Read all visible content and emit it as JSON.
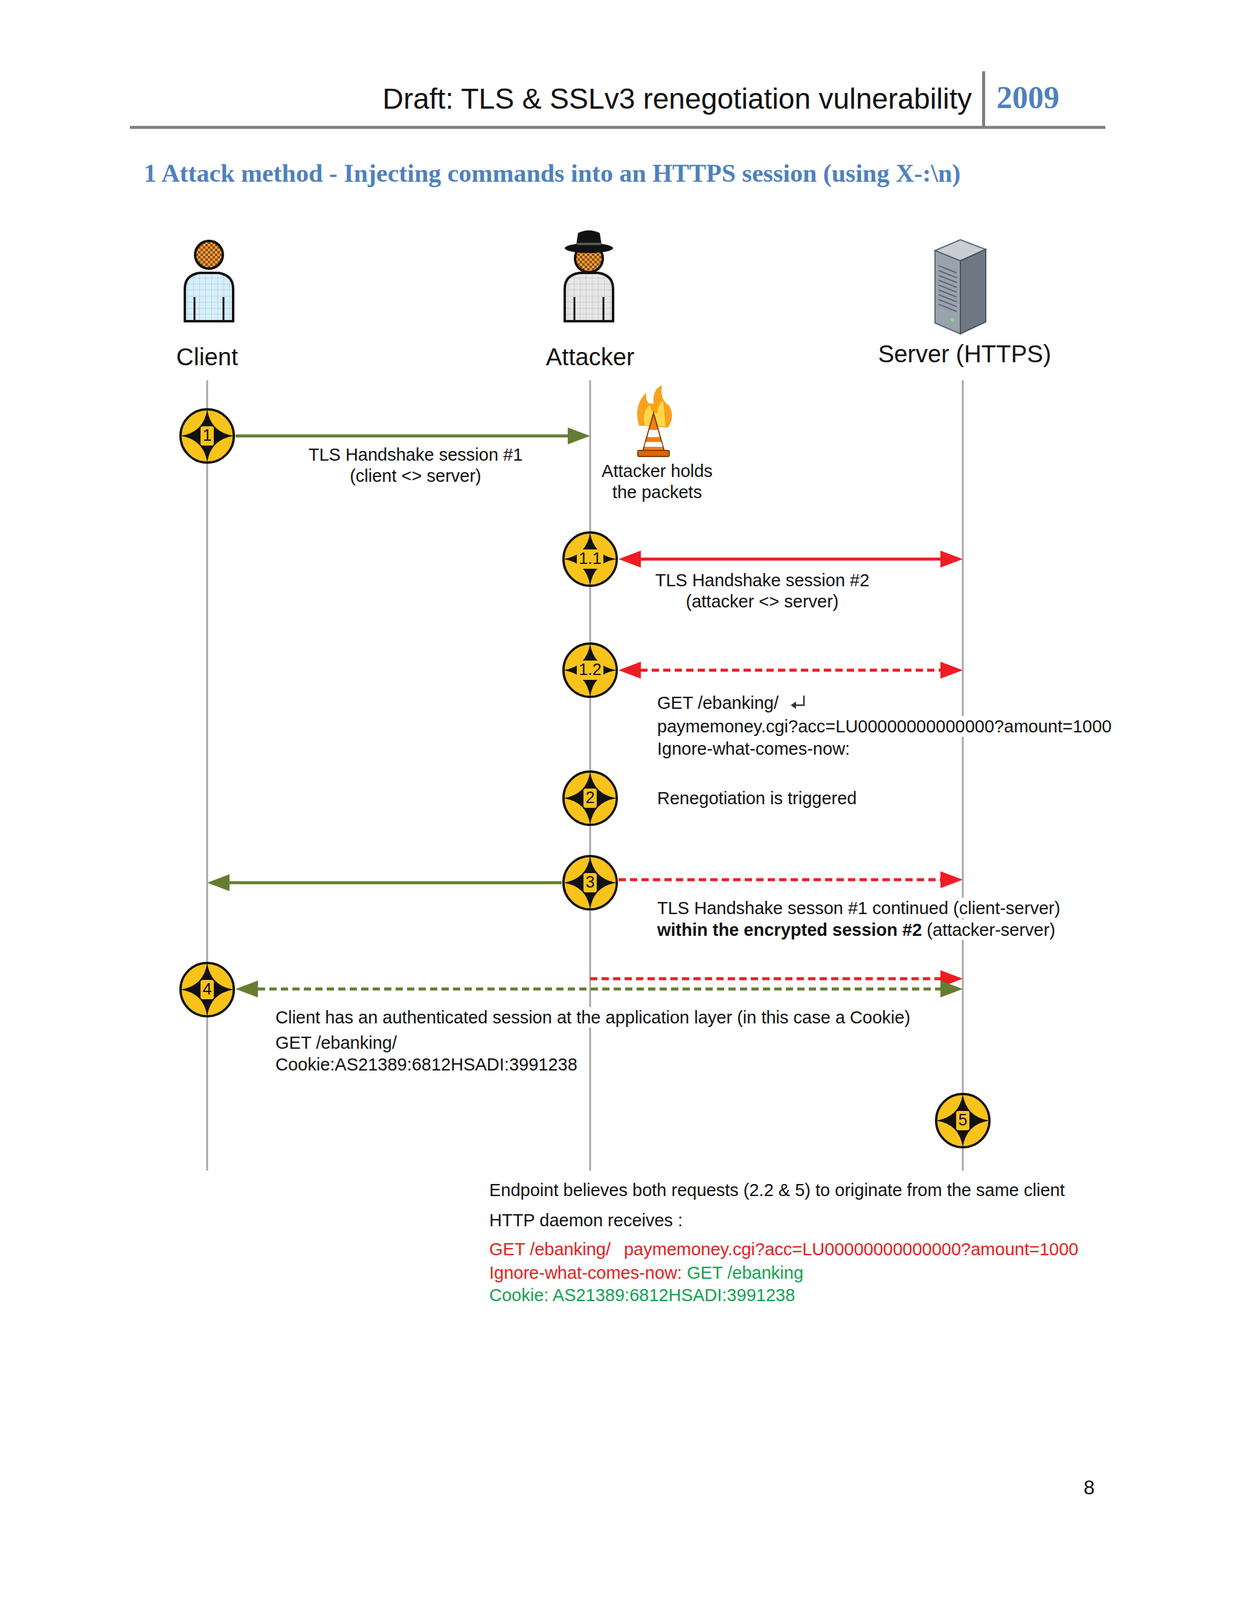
{
  "diagram": {
    "title": "1 Attack method - Injecting commands into an HTTPS session (using X-:\\n)",
    "nodes": [
      {
        "text": [
          "1"
        ]
      },
      {
        "text": [
          "1.1"
        ]
      },
      {
        "text": [
          "1.2"
        ]
      },
      {
        "text": [
          "2"
        ]
      },
      {
        "text": [
          "3"
        ]
      },
      {
        "text": [
          "4"
        ]
      },
      {
        "text": [
          "5"
        ]
      }
    ],
    "labels": [
      "Draft: TLS & SSLv3 renegotiation vulnerability",
      "2009",
      "Client",
      "Attacker",
      "Server (HTTPS)",
      "TLS Handshake session #1 (client <> server)",
      "Attacker holds the packets",
      "TLS Handshake session #2 (attacker <> server)",
      "GET /ebanking/",
      "paymemoney.cgi?acc=LU00000000000000?amount=1000",
      "Ignore-what-comes-now:",
      "Renegotiation is triggered",
      "TLS Handshake sesson #1 continued (client-server)",
      "within the encrypted session #2",
      "(attacker-server)",
      "Client has an authenticated session at the application layer (in this case a Cookie)",
      "GET /ebanking/",
      "Cookie:AS21389:6812HSADI:3991238",
      "Endpoint believes both requests (2.2 & 5) to originate from the same client",
      "HTTP daemon receives :",
      "GET /ebanking/",
      "paymemoney.cgi?acc=LU00000000000000?amount=1000",
      "Ignore-what-comes-now:",
      "GET /ebanking",
      "Cookie: AS21389:6812HSADI:3991238",
      "8"
    ]
  }
}
